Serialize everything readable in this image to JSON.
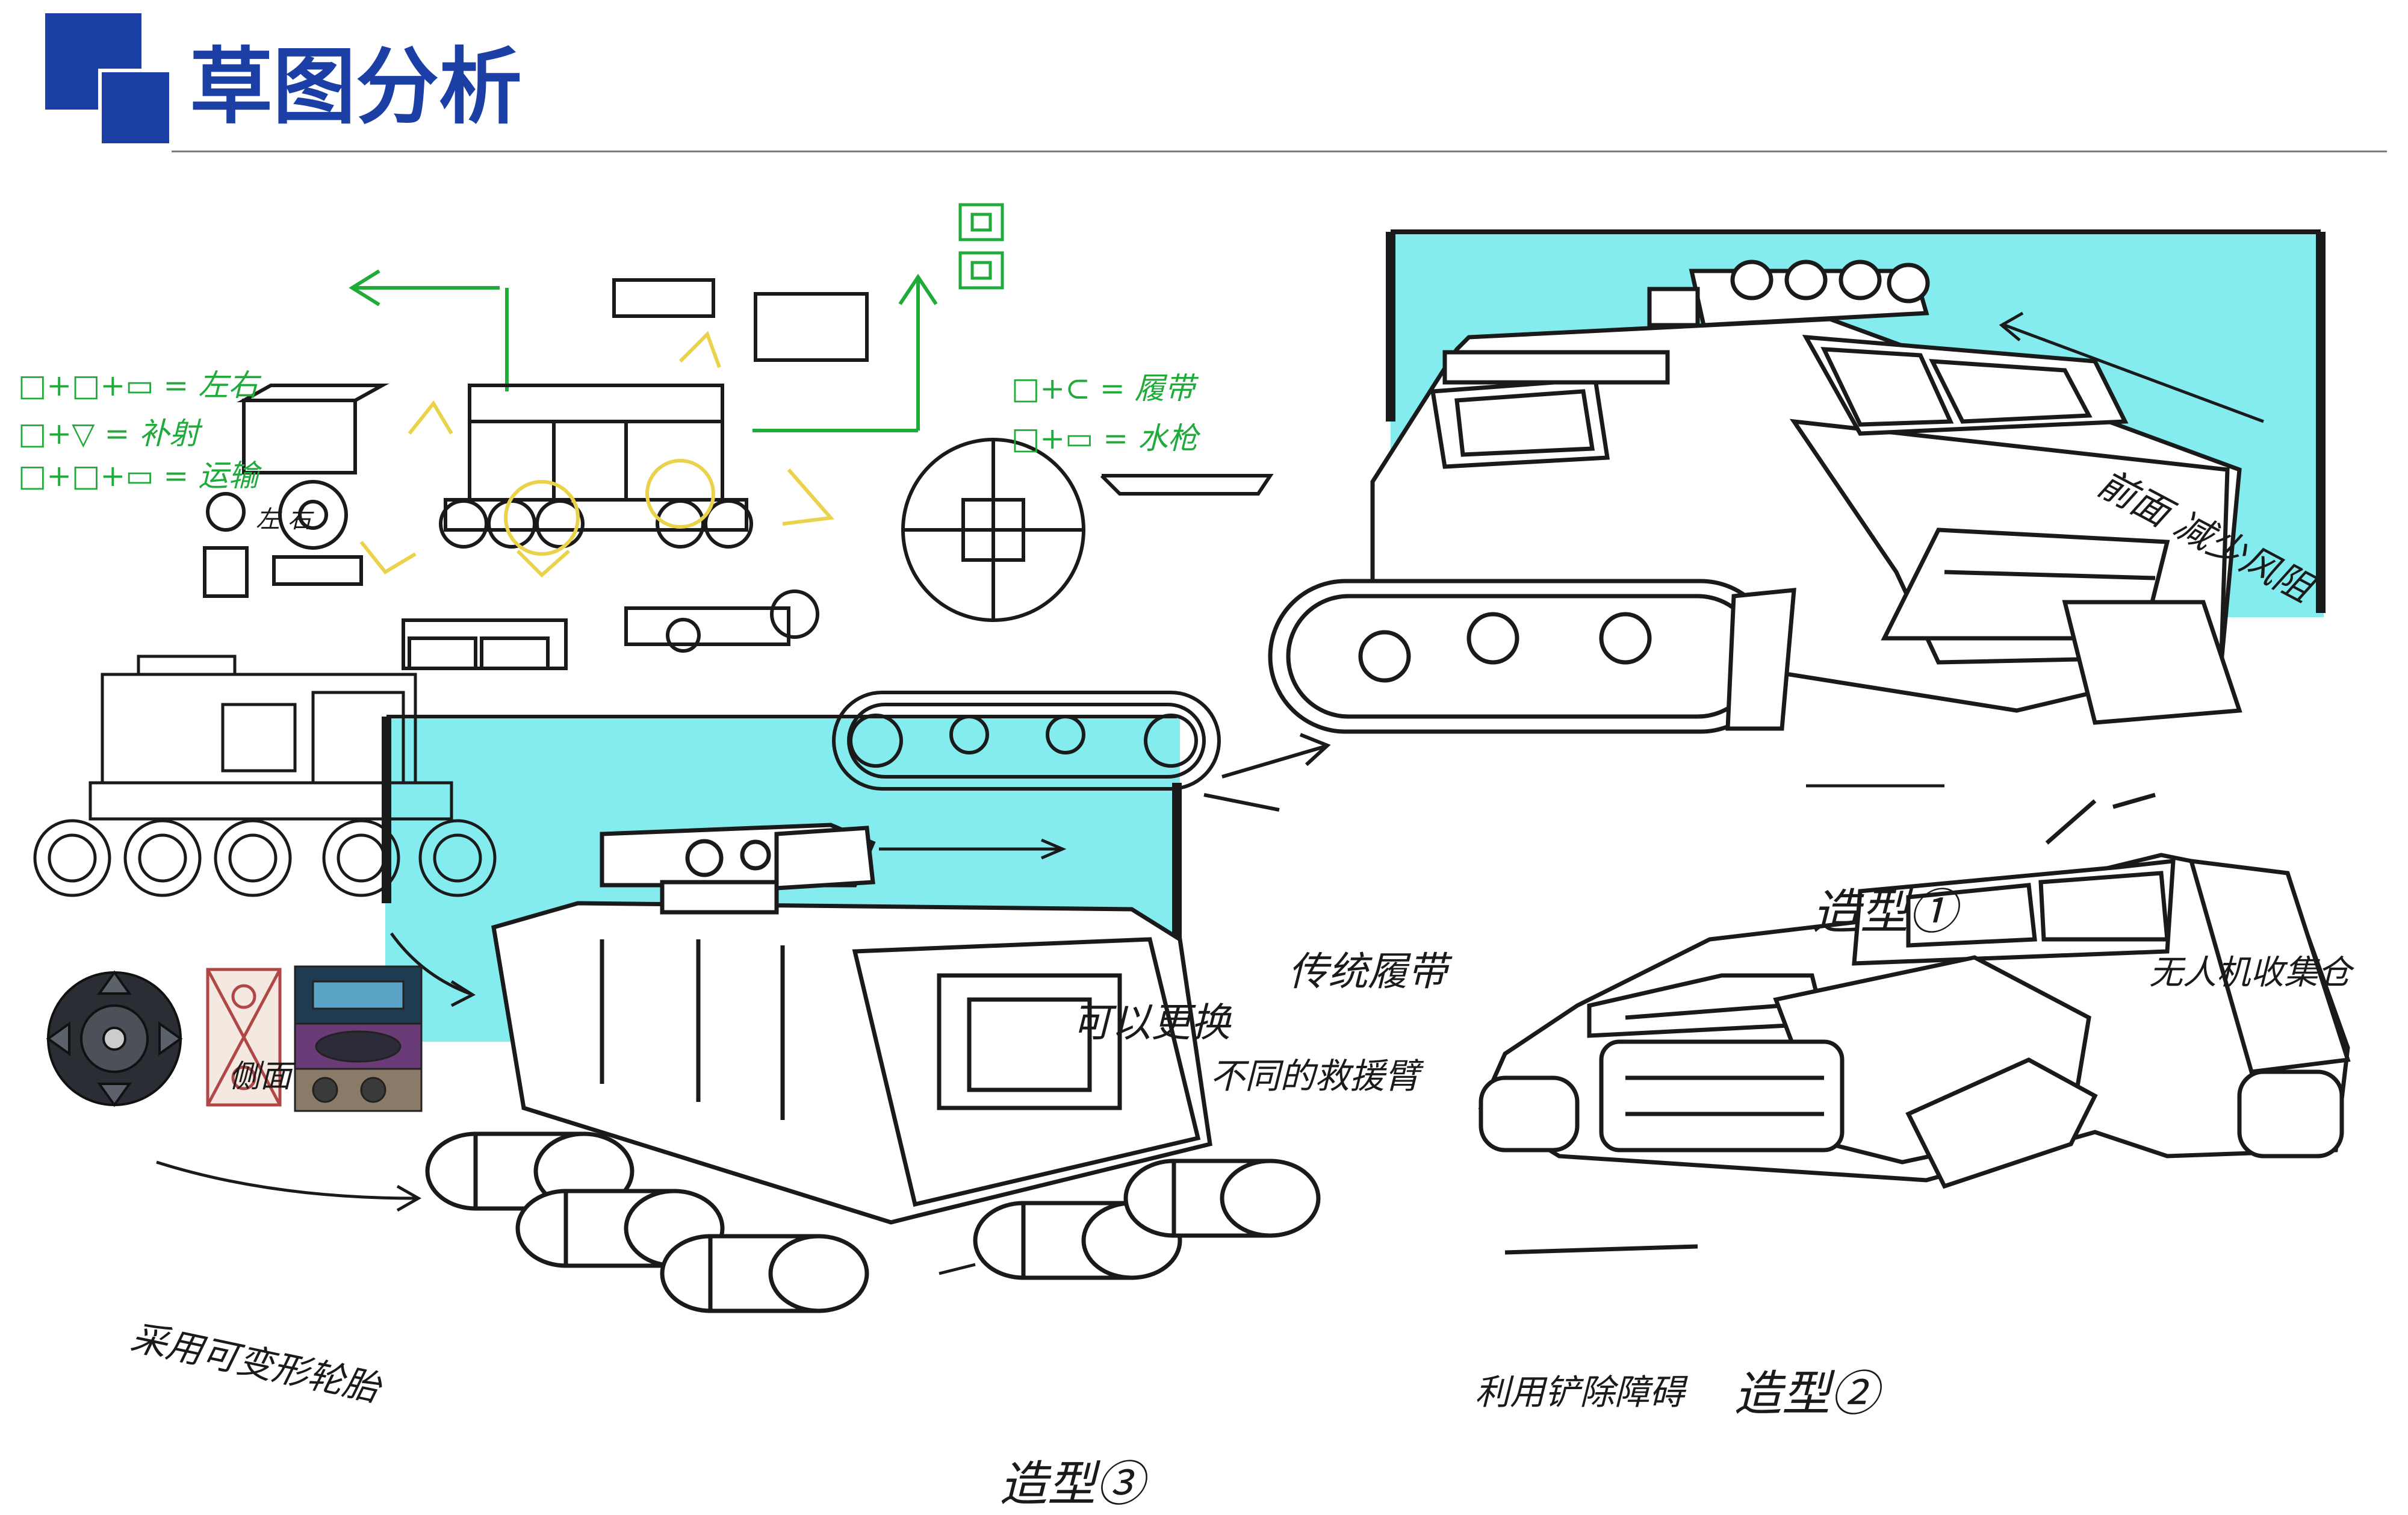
{
  "header": {
    "title": "草图分析",
    "accent_color": "#1c3fa6"
  },
  "legend": {
    "row1": "□+□+▭ = 左右",
    "row2": "□+▽ = 补射",
    "row3": "□+□+▭ = 运输",
    "row4": "□+⊂ = 履带",
    "row5": "□+▭ = 水枪",
    "mini": "左 右"
  },
  "annotations": {
    "front": "前面 减少风阻",
    "model1": "造型①",
    "track": "传统履带",
    "swap": "可以更换",
    "arm": "不同的救援臂",
    "side": "侧面",
    "wheel": "采用可变形轮胎",
    "model3": "造型③",
    "drone": "无人机收集仓",
    "obstacle": "利用铲除障碍",
    "model2": "造型②"
  },
  "colors": {
    "highlight": "#84ecef",
    "legend_green": "#1faa3a",
    "arrow_yellow": "#ead24a",
    "ink": "#1a1a1a"
  },
  "icons": [
    "wheel-icon",
    "arrow-icon",
    "drone-icon"
  ]
}
